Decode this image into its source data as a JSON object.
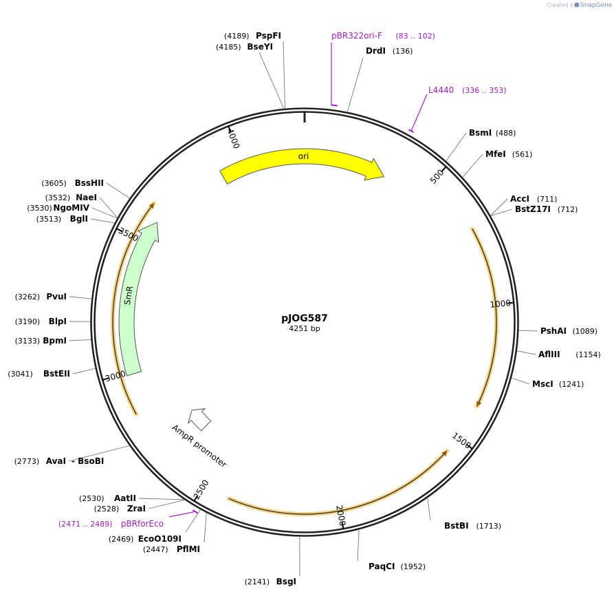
{
  "credit": {
    "prefix": "Created by",
    "brand": "SnapGene"
  },
  "plasmid": {
    "name": "pJOG587",
    "length_label": "4251 bp",
    "length": 4251
  },
  "sites": [
    {
      "name": "PspFI",
      "pos": "(4189)",
      "bp": 4189
    },
    {
      "name": "BseYI",
      "pos": "(4185)",
      "bp": 4185
    },
    {
      "name": "DrdI",
      "pos": "(136)",
      "bp": 136
    },
    {
      "name": "BsmI",
      "pos": "(488)",
      "bp": 488
    },
    {
      "name": "MfeI",
      "pos": "(561)",
      "bp": 561
    },
    {
      "name": "AccI",
      "pos": "(711)",
      "bp": 711
    },
    {
      "name": "BstZ17I",
      "pos": "(712)",
      "bp": 712
    },
    {
      "name": "PshAI",
      "pos": "(1089)",
      "bp": 1089
    },
    {
      "name": "AflIII",
      "pos": "(1154)",
      "bp": 1154
    },
    {
      "name": "MscI",
      "pos": "(1241)",
      "bp": 1241
    },
    {
      "name": "BstBI",
      "pos": "(1713)",
      "bp": 1713
    },
    {
      "name": "PaqCI",
      "pos": "(1952)",
      "bp": 1952
    },
    {
      "name": "BsgI",
      "pos": "(2141)",
      "bp": 2141
    },
    {
      "name": "PflMI",
      "pos": "(2447)",
      "bp": 2447
    },
    {
      "name": "EcoO109I",
      "pos": "(2469)",
      "bp": 2469
    },
    {
      "name": "ZraI",
      "pos": "(2528)",
      "bp": 2528
    },
    {
      "name": "AatII",
      "pos": "(2530)",
      "bp": 2530
    },
    {
      "name": "AvaI",
      "pos": "(2773)",
      "bp": 2773,
      "extra": "-  BsoBI"
    },
    {
      "name": "BstEII",
      "pos": "(3041)",
      "bp": 3041
    },
    {
      "name": "BpmI",
      "pos": "(3133)",
      "bp": 3133
    },
    {
      "name": "BlpI",
      "pos": "(3190)",
      "bp": 3190
    },
    {
      "name": "PvuI",
      "pos": "(3262)",
      "bp": 3262
    },
    {
      "name": "BglI",
      "pos": "(3513)",
      "bp": 3513
    },
    {
      "name": "NgoMIV",
      "pos": "(3530)",
      "bp": 3530
    },
    {
      "name": "NaeI",
      "pos": "(3532)",
      "bp": 3532
    },
    {
      "name": "BssHII",
      "pos": "(3605)",
      "bp": 3605
    }
  ],
  "primers": [
    {
      "name": "pBR322ori-F",
      "range": "(83 .. 102)",
      "start": 83,
      "end": 102
    },
    {
      "name": "L4440",
      "range": "(336 .. 353)",
      "start": 336,
      "end": 353
    },
    {
      "name": "pBRforEco",
      "range": "(2471 .. 2489)",
      "start": 2471,
      "end": 2489
    }
  ],
  "features": [
    {
      "name": "ori",
      "start": 3905,
      "end": 338,
      "strand": 1,
      "color": "#ffff00"
    },
    {
      "name": "SmR",
      "start": 2990,
      "end": 3590,
      "strand": 1,
      "color": "#ccffcc"
    },
    {
      "name": "AmpR promoter",
      "start": 2640,
      "end": 2740,
      "strand": 1,
      "color": "#ffffff"
    }
  ],
  "orfs": [
    {
      "start": 720,
      "end": 1370,
      "strand": 1
    },
    {
      "start": 1560,
      "end": 2400,
      "strand": -1
    },
    {
      "start": 2850,
      "end": 3640,
      "strand": 1
    }
  ],
  "ticks": [
    {
      "bp": 500,
      "label": "500"
    },
    {
      "bp": 1000,
      "label": "1000"
    },
    {
      "bp": 1500,
      "label": "1500"
    },
    {
      "bp": 2000,
      "label": "2000"
    },
    {
      "bp": 2500,
      "label": "2500"
    },
    {
      "bp": 3000,
      "label": "3000"
    },
    {
      "bp": 3500,
      "label": "3500"
    },
    {
      "bp": 4000,
      "label": "4000"
    }
  ],
  "colors": {
    "backbone": "#222222",
    "primer": "#a020c0",
    "orf_glow": "#f5c96a",
    "orf_line": "#333333"
  }
}
